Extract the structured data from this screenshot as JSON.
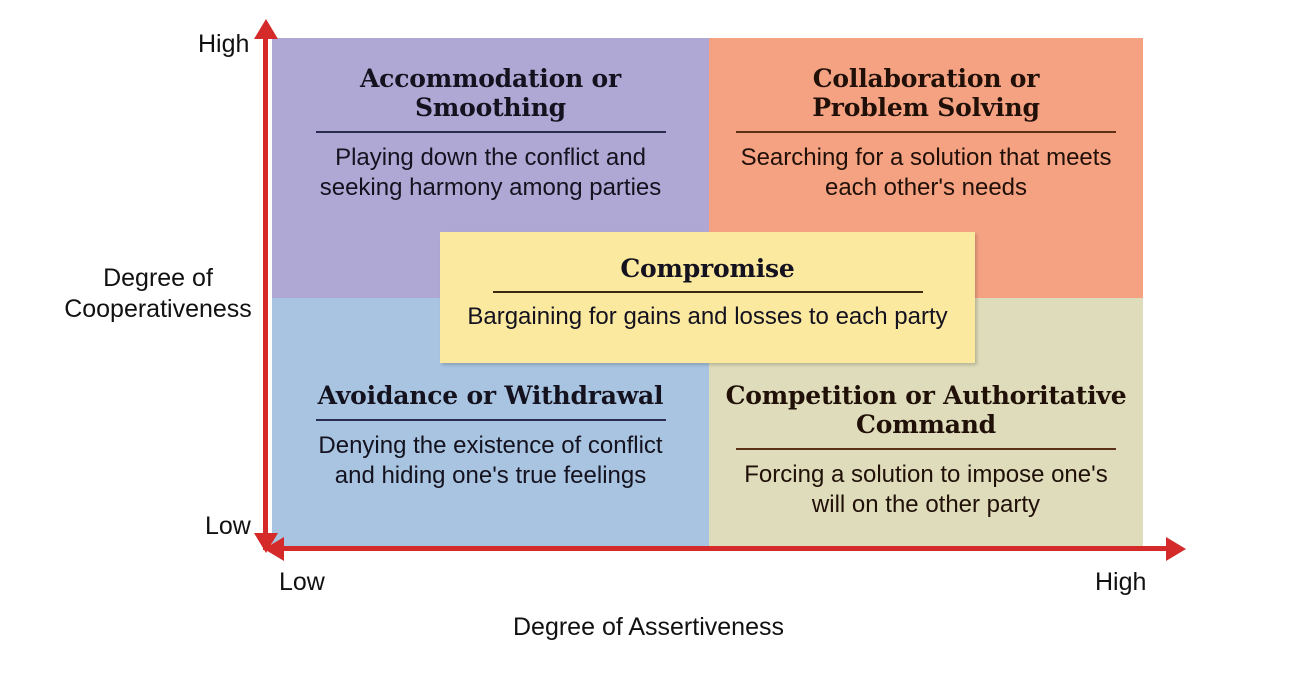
{
  "axes": {
    "y": {
      "title": "Degree of\nCooperativeness",
      "title_line1": "Degree of",
      "title_line2": "Cooperativeness",
      "high_label": "High",
      "low_label": "Low"
    },
    "x": {
      "title": "Degree of Assertiveness",
      "low_label": "Low",
      "high_label": "High"
    },
    "axis_color": "#d42a2a"
  },
  "quadrants": [
    {
      "id": "top-left",
      "title_line1": "Accommodation or",
      "title_line2": "Smoothing",
      "body_line1": "Playing down the conflict and",
      "body_line2": "seeking harmony among parties",
      "color": "#b0a8d4",
      "position": "high-cooperativeness, low-assertiveness"
    },
    {
      "id": "top-right",
      "title_line1": "Collaboration or",
      "title_line2": "Problem Solving",
      "body_line1": "Searching for a solution that meets",
      "body_line2": "each other's needs",
      "color": "#f5a283",
      "position": "high-cooperativeness, high-assertiveness"
    },
    {
      "id": "bottom-left",
      "title_line1": "Avoidance or Withdrawal",
      "title_line2": "",
      "body_line1": "Denying the existence of conflict",
      "body_line2": "and hiding one's true feelings",
      "color": "#a8c4e0",
      "position": "low-cooperativeness, low-assertiveness"
    },
    {
      "id": "bottom-right",
      "title_line1": "Competition or Authoritative",
      "title_line2": "Command",
      "body_line1": "Forcing a solution to impose one's",
      "body_line2": "will on the other party",
      "color": "#dedcba",
      "position": "low-cooperativeness, high-assertiveness"
    }
  ],
  "center": {
    "title": "Compromise",
    "body": "Bargaining for gains and losses to each party",
    "color": "#fbe9a0"
  }
}
